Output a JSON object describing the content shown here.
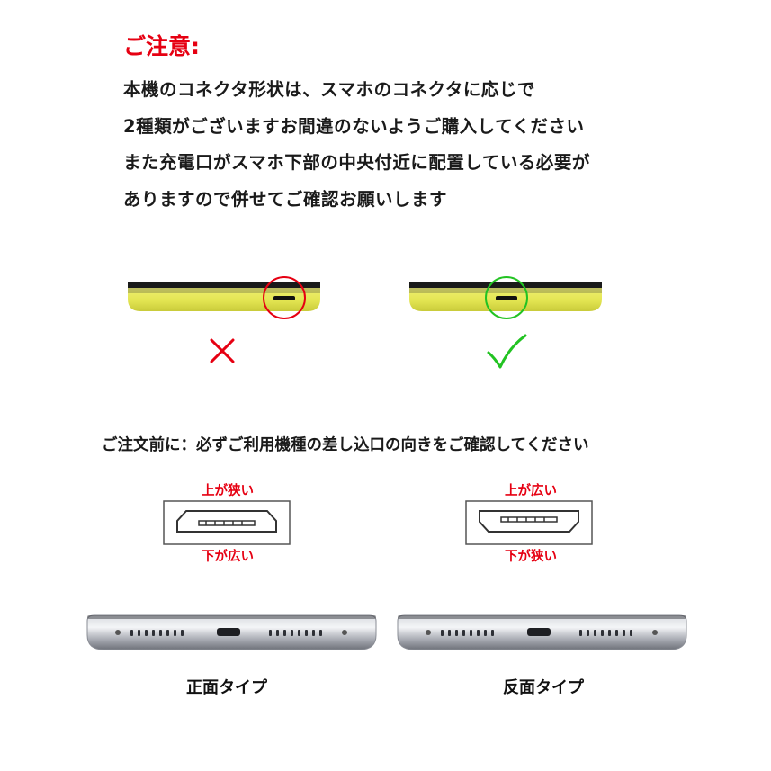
{
  "notice": {
    "title": "ご注意:",
    "lines": [
      "本機のコネクタ形状は、スマホのコネクタに応じで",
      "2種類がございますお間違のないようご購入してください",
      "また充電口がスマホ下部の中央付近に配置している必要が",
      "ありますので併せてご確認お願いします"
    ]
  },
  "placement": {
    "wrong": {
      "mark": "✕",
      "icon": "cross-icon",
      "color": "#e60012"
    },
    "right": {
      "mark": "✓",
      "icon": "check-icon",
      "color": "#22c322"
    },
    "phone_color": "#e5e75a"
  },
  "order_note": "ご注文前に：必ずご利用機種の差し込口の向きをご確認してください",
  "ports": {
    "front": {
      "top_label": "上が狭い",
      "bottom_label": "下が広い"
    },
    "back": {
      "top_label": "上が広い",
      "bottom_label": "下が狭い"
    }
  },
  "types": {
    "front": "正面タイプ",
    "back": "反面タイプ"
  },
  "colors": {
    "accent_red": "#e60012",
    "accent_green": "#22c322",
    "text": "#1a1a1a"
  }
}
